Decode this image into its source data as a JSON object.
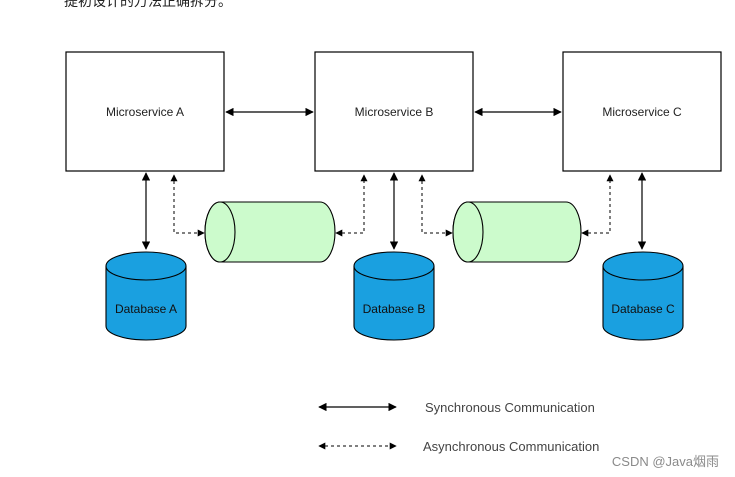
{
  "top_text_clipped": "提初设计的万法正确拆分。",
  "services": [
    {
      "label": "Microservice A"
    },
    {
      "label": "Microservice B"
    },
    {
      "label": "Microservice C"
    }
  ],
  "databases": [
    {
      "label": "Database A"
    },
    {
      "label": "Database B"
    },
    {
      "label": "Database C"
    }
  ],
  "legend": {
    "sync_label": "Synchronous Communication",
    "async_label": "Asynchronous Communication"
  },
  "watermark": "CSDN @Java烟雨",
  "colors": {
    "queue_fill": "#ccfbcc",
    "database_fill": "#1aa0e0",
    "box_stroke": "#000000"
  }
}
